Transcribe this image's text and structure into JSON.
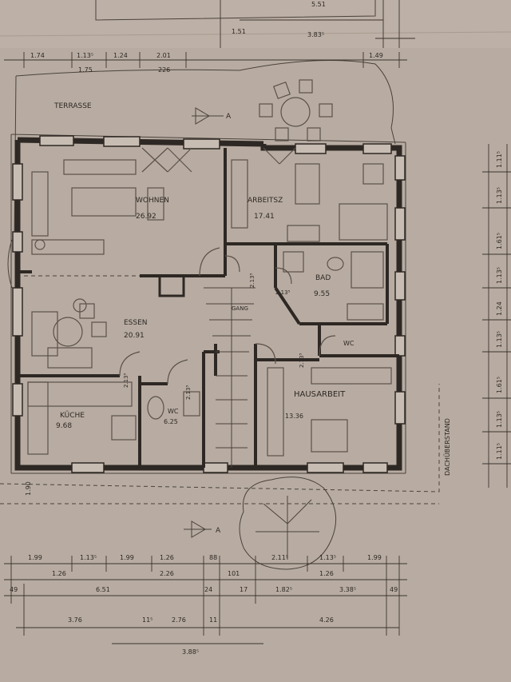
{
  "rooms": {
    "terrasse": "TERRASSE",
    "wohnen": "WOHNEN",
    "wohnen_area": "26.92",
    "arbeitsz": "ARBEITSZ",
    "arbeitsz_area": "17.41",
    "bad": "BAD",
    "bad_area": "9.55",
    "essen": "ESSEN",
    "essen_area": "20.91",
    "kueche": "KÜCHE",
    "kueche_area": "9.68",
    "wc1": "WC",
    "wc1_area": "6.25",
    "wc2": "WC",
    "gang": "GANG",
    "hausarbeit": "HAUSARBEIT",
    "hausarbeit_area": "13.36"
  },
  "labels": {
    "dachueberstand": "DACHÜBERSTAND",
    "section_top": "A",
    "section_bottom": "A"
  },
  "door_dims": {
    "d1": "2.13⁵",
    "d2": "2.13⁵",
    "d3": "2.13⁵",
    "d4": "2.13⁵",
    "d5": "2.13⁵"
  },
  "dims_top": {
    "a": "1.74",
    "b": "1.13⁵",
    "c": "1.24",
    "d": "2.01",
    "e": "1.49",
    "f": "1.51",
    "g": "3.83⁵",
    "h": "5.51",
    "i": "1.75",
    "j": "226"
  },
  "dims_right": [
    "1.11⁵",
    "1.13⁵",
    "1.61⁵",
    "1.13⁵",
    "1.24",
    "1.13⁵",
    "1.61⁵",
    "1.13⁵",
    "1.11⁵"
  ],
  "dims_left": [
    "1.90"
  ],
  "dims_bottom_row1": [
    "1.99",
    "1.13⁵",
    "1.99",
    "1.26",
    "88",
    "2.11⁵",
    "1.13⁵",
    "1.99"
  ],
  "dims_bottom_row2": [
    "1.26",
    "2.26",
    "101",
    "1.26"
  ],
  "dims_bottom_row3": [
    "49",
    "6.51",
    "24",
    "17",
    "1.82⁵",
    "3.38⁵",
    "49"
  ],
  "dims_bottom_row4": [
    "3.76",
    "11⁵",
    "2.76",
    "11",
    "4.26"
  ],
  "dims_bottom_row5": [
    "3.88⁵"
  ]
}
